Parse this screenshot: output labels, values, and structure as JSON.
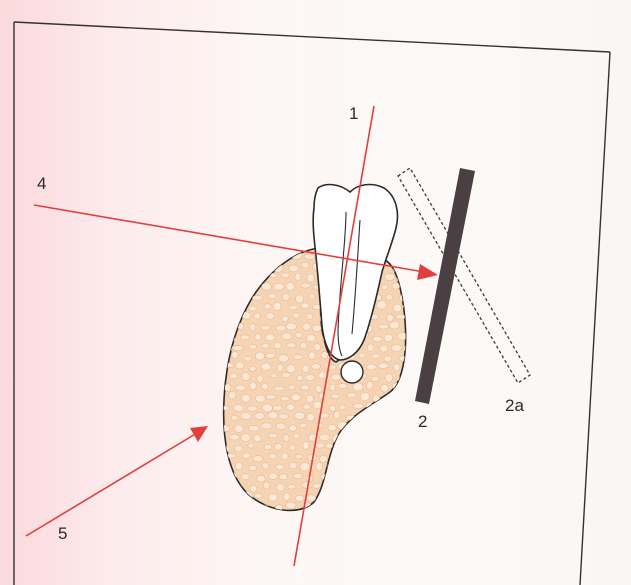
{
  "labels": {
    "one": "1",
    "two": "2",
    "two_a": "2a",
    "four": "4",
    "five": "5"
  },
  "colors": {
    "arrow_red": "#e0403e",
    "film_dark": "#4a3f42",
    "bone_fill": "#f6d4b3",
    "bone_dot": "#fbe8d6",
    "outline": "#2b2b2b"
  }
}
